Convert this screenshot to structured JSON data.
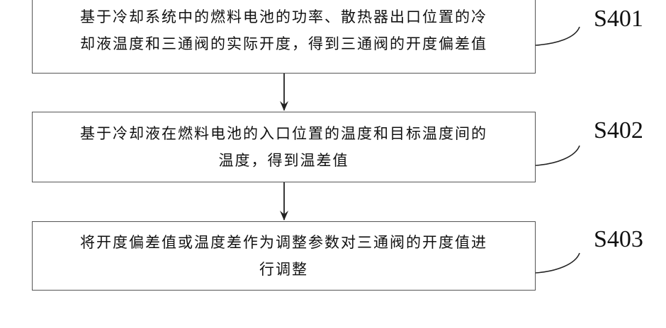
{
  "steps": [
    {
      "id": "S401",
      "text": "基于冷却系统中的燃料电池的功率、散热器出口位置的冷\n却液温度和三通阀的实际开度，得到三通阀的开度偏差值"
    },
    {
      "id": "S402",
      "text": "基于冷却液在燃料电池的入口位置的温度和目标温度间的\n温度，得到温差值"
    },
    {
      "id": "S403",
      "text": "将开度偏差值或温度差作为调整参数对三通阀的开度值进\n行调整"
    }
  ],
  "colors": {
    "line": "#222222",
    "box_border": "#555555",
    "text": "#111111"
  }
}
